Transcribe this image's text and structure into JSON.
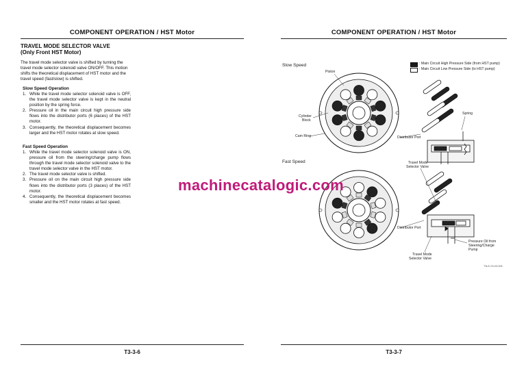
{
  "left_page": {
    "header": "COMPONENT OPERATION / HST Motor",
    "title_line1": "TRAVEL MODE SELECTOR VALVE",
    "title_line2": "(Only Front HST Motor)",
    "intro": "The travel mode selector valve is shifted by turning the travel mode selector solenoid valve ON/OFF. This motion shifts the theoretical displacement of HST motor and the travel speed (fast/slow) is shifted.",
    "slow_heading": "Slow Speed Operation",
    "slow_steps": [
      "While the travel mode selector solenoid valve is OFF, the travel mode selector valve is kept in the neutral position by the spring force.",
      "Pressure oil in the main circuit high pressure side flows into the distributor ports (6 places) of the HST motor.",
      "Consequently, the theoretical displacement becomes larger and the HST motor rotates at slow speed."
    ],
    "fast_heading": "Fast Speed Operation",
    "fast_steps": [
      "While the travel mode selector solenoid valve is ON, pressure oil from the steering/charge pump flows through the travel mode selector solenoid valve to the travel mode selector valve in the HST motor.",
      "The travel mode selector valve is shifted.",
      "Pressure oil on the main circuit high pressure side flows into the distributor ports (3 places) of the HST motor.",
      "Consequently, the theoretical displacement becomes smaller and the HST motor rotates at fast speed."
    ],
    "page_number": "T3-3-6"
  },
  "right_page": {
    "header": "COMPONENT OPERATION / HST Motor",
    "slow_label": "Slow Speed",
    "fast_label": "Fast Speed",
    "legend_high": ": Main Circuit High Pressure Side (from HST pump)",
    "legend_low": ": Main Circuit Low Pressure Side (to HST pump)",
    "labels": {
      "piston": "Piston",
      "cylinder_block_1": "Cylinder",
      "cylinder_block_2": "Block",
      "cam_ring": "Cam Ring",
      "spring": "Spring",
      "distributor_port_1": "Distributor Port",
      "distributor_port_2": "Distributor Port",
      "tmsv_top_1": "Travel Mode",
      "tmsv_top_2": "Selector Valve",
      "tmsv_bottom_1": "Travel Mode",
      "tmsv_bottom_2": "Selector Valve",
      "pressure_oil_1": "Pressure Oil from",
      "pressure_oil_2": "Steering/Charge",
      "pressure_oil_3": "Pump"
    },
    "figure_code": "T3LE-03-03-005",
    "page_number": "T3-3-7"
  },
  "watermark": "machinecatalogic.com",
  "colors": {
    "high_pressure": "#1a1a1a",
    "low_pressure": "#ffffff",
    "watermark": "#c01a7a"
  }
}
